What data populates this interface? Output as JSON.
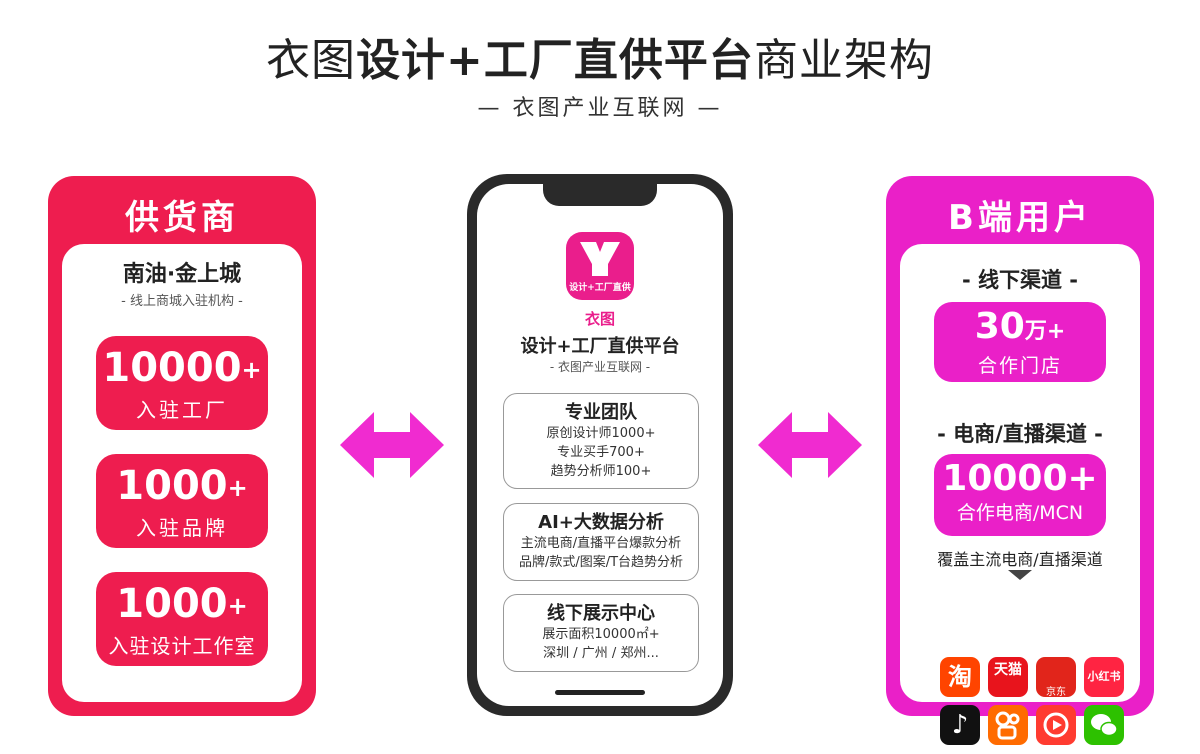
{
  "header": {
    "title_part1": "衣图",
    "title_bold": "设计+工厂直供平台",
    "title_part2": "商业架构",
    "subtitle": "— 衣图产业互联网 —"
  },
  "supplier": {
    "heading": "供货商",
    "brand": "南油·金上城",
    "brand_sub": "- 线上商城入驻机构 -",
    "boxes": [
      {
        "num": "10000",
        "plus": "+",
        "label": "入驻工厂"
      },
      {
        "num": "1000",
        "plus": "+",
        "label": "入驻品牌"
      },
      {
        "num": "1000",
        "plus": "+",
        "label": "入驻设计工作室"
      }
    ]
  },
  "phone": {
    "logo_text": "设计+工厂直供",
    "app_name": "衣图",
    "title": "设计+工厂直供平台",
    "subtitle": "- 衣图产业互联网 -",
    "cards": [
      {
        "title": "专业团队",
        "lines": [
          "原创设计师1000+",
          "专业买手700+",
          "趋势分析师100+"
        ]
      },
      {
        "title": "AI+大数据分析",
        "lines": [
          "主流电商/直播平台爆款分析",
          "品牌/款式/图案/T台趋势分析"
        ]
      },
      {
        "title": "线下展示中心",
        "lines": [
          "展示面积10000㎡+",
          "深圳 / 广州 / 郑州..."
        ]
      }
    ]
  },
  "buser": {
    "heading": "B端用户",
    "offline_title": "- 线下渠道 -",
    "offline_num": "30",
    "offline_unit": "万+",
    "offline_label": "合作门店",
    "online_title": "- 电商/直播渠道 -",
    "online_num": "10000+",
    "online_label": "合作电商/MCN",
    "coverage": "覆盖主流电商/直播渠道",
    "platforms": [
      {
        "icon": "taobao-icon",
        "text": "淘",
        "color": "#ff4400"
      },
      {
        "icon": "tmall-icon",
        "text": "天猫",
        "color": "#e8141c"
      },
      {
        "icon": "jd-icon",
        "text": "京东",
        "color": "#e1251b"
      },
      {
        "icon": "xiaohongshu-icon",
        "text": "小红书",
        "color": "#ff2442"
      },
      {
        "icon": "douyin-icon",
        "text": "♪",
        "color": "#111111"
      },
      {
        "icon": "kuaishou-icon",
        "text": "",
        "color": "#ff6b00"
      },
      {
        "icon": "xigua-icon",
        "text": "",
        "color": "#ff3b30"
      },
      {
        "icon": "wechat-icon",
        "text": "",
        "color": "#2dc100"
      }
    ]
  },
  "colors": {
    "supplier": "#ee1d4f",
    "buser": "#ea20c8",
    "arrow": "#f02bd0"
  }
}
